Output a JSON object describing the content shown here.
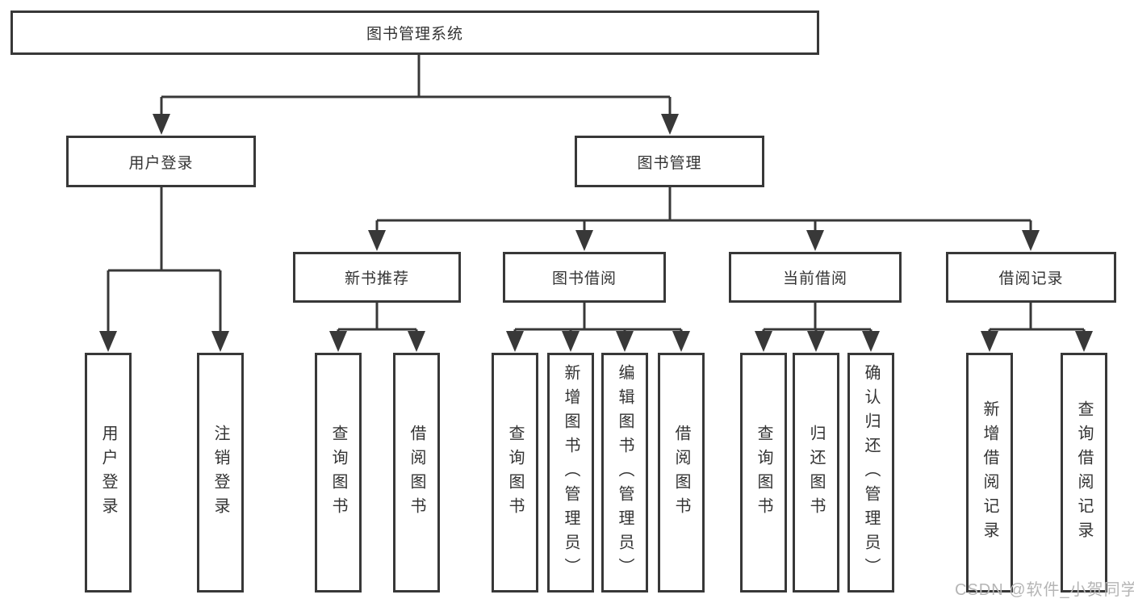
{
  "diagram": {
    "title": "图书管理系统",
    "nodes": {
      "root": "图书管理系统",
      "level2": [
        "用户登录",
        "图书管理"
      ],
      "level3": [
        "新书推荐",
        "图书借阅",
        "当前借阅",
        "借阅记录"
      ],
      "leaves": [
        "用户登录",
        "注销登录",
        "查询图书",
        "借阅图书",
        "查询图书",
        "新增图书（管理员）",
        "编辑图书（管理员）",
        "借阅图书",
        "查询图书",
        "归还图书",
        "确认归还（管理员）",
        "新增借阅记录",
        "查询借阅记录"
      ]
    },
    "watermark": "CSDN @软件_小贺同学",
    "colors": {
      "line": "#383838",
      "text": "#333333",
      "watermark": "#b5b5b5",
      "background": "#ffffff"
    }
  }
}
